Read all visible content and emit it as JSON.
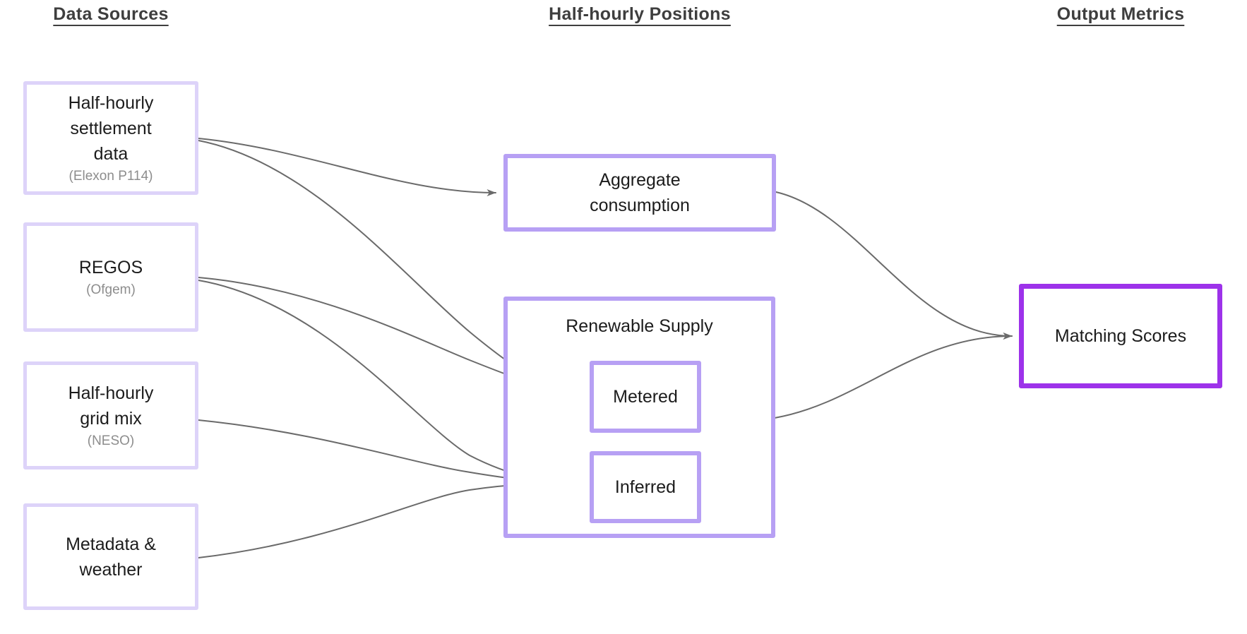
{
  "headers": {
    "data_sources": "Data Sources",
    "half_hourly_positions": "Half-hourly Positions",
    "output_metrics": "Output Metrics"
  },
  "sources": [
    {
      "lines": [
        "Half-hourly",
        "settlement",
        "data"
      ],
      "sub": "(Elexon P114)"
    },
    {
      "lines": [
        "REGOS"
      ],
      "sub": "(Ofgem)"
    },
    {
      "lines": [
        "Half-hourly",
        "grid mix"
      ],
      "sub": "(NESO)"
    },
    {
      "lines": [
        "Metadata &",
        "weather"
      ]
    }
  ],
  "positions": {
    "aggregate": {
      "lines": [
        "Aggregate",
        "consumption"
      ]
    },
    "renewable": {
      "title": "Renewable Supply",
      "metered": "Metered",
      "inferred": "Inferred"
    }
  },
  "outputs": {
    "matching": "Matching Scores"
  },
  "edges": [
    {
      "from": "half-hourly-settlement-data",
      "to": "aggregate-consumption"
    },
    {
      "from": "half-hourly-settlement-data",
      "to": "metered"
    },
    {
      "from": "regos",
      "to": "metered"
    },
    {
      "from": "regos",
      "to": "inferred"
    },
    {
      "from": "half-hourly-grid-mix",
      "to": "inferred"
    },
    {
      "from": "metadata-weather",
      "to": "inferred"
    },
    {
      "from": "aggregate-consumption",
      "to": "matching-scores"
    },
    {
      "from": "renewable-supply",
      "to": "matching-scores"
    }
  ],
  "colors": {
    "source_border": "#DDD3F9",
    "position_border": "#B7A0F4",
    "output_border": "#9D32EA",
    "edge": "#6A6A6A"
  }
}
